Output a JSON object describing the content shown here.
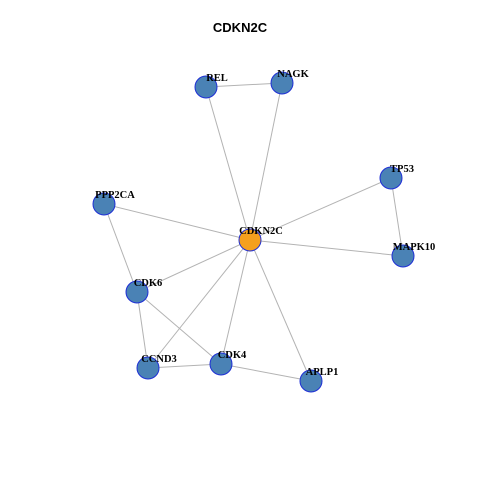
{
  "title": "CDKN2C",
  "colors": {
    "center_node": "#f5a01e",
    "node": "#4a82b5",
    "node_border": "#1f2fd6",
    "edge": "#b3b3b3"
  },
  "graph": {
    "nodes": [
      {
        "id": "CDKN2C",
        "label": "CDKN2C",
        "center": true
      },
      {
        "id": "REL",
        "label": "REL"
      },
      {
        "id": "NAGK",
        "label": "NAGK"
      },
      {
        "id": "TP53",
        "label": "TP53"
      },
      {
        "id": "PPP2CA",
        "label": "PPP2CA"
      },
      {
        "id": "MAPK10",
        "label": "MAPK10"
      },
      {
        "id": "CDK6",
        "label": "CDK6"
      },
      {
        "id": "CCND3",
        "label": "CCND3"
      },
      {
        "id": "CDK4",
        "label": "CDK4"
      },
      {
        "id": "APLP1",
        "label": "APLP1"
      }
    ],
    "edges": [
      [
        "REL",
        "NAGK"
      ],
      [
        "REL",
        "CDKN2C"
      ],
      [
        "NAGK",
        "CDKN2C"
      ],
      [
        "TP53",
        "CDKN2C"
      ],
      [
        "TP53",
        "MAPK10"
      ],
      [
        "PPP2CA",
        "CDKN2C"
      ],
      [
        "PPP2CA",
        "CDK6"
      ],
      [
        "MAPK10",
        "CDKN2C"
      ],
      [
        "CDK6",
        "CDKN2C"
      ],
      [
        "CDK6",
        "CCND3"
      ],
      [
        "CDK6",
        "CDK4"
      ],
      [
        "CCND3",
        "CDKN2C"
      ],
      [
        "CCND3",
        "CDK4"
      ],
      [
        "CDK4",
        "CDKN2C"
      ],
      [
        "CDK4",
        "APLP1"
      ],
      [
        "APLP1",
        "CDKN2C"
      ]
    ]
  }
}
